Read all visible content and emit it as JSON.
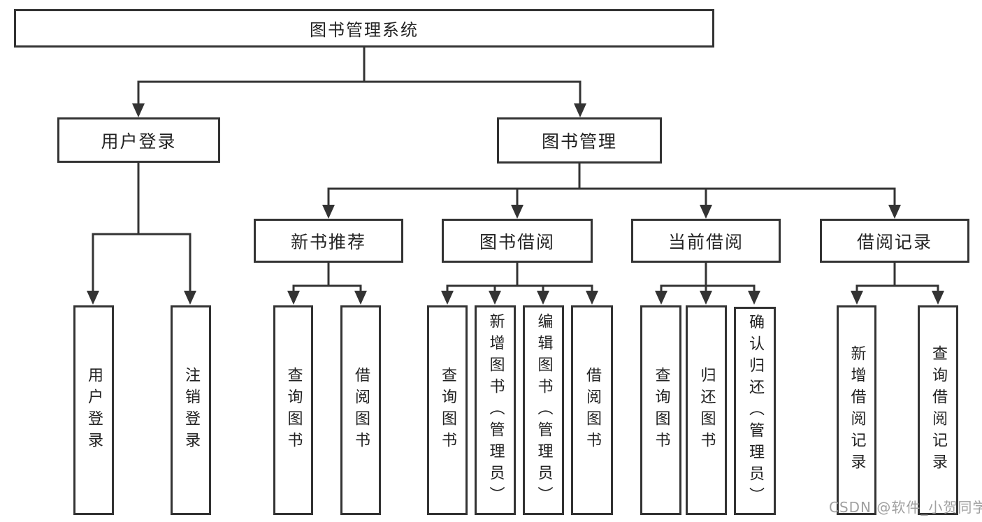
{
  "root": {
    "label": "图书管理系统"
  },
  "branches": {
    "login": {
      "label": "用户登录",
      "children": [
        "用户登录",
        "注销登录"
      ]
    },
    "management": {
      "label": "图书管理",
      "modules": [
        {
          "label": "新书推荐",
          "children": [
            "查询图书",
            "借阅图书"
          ]
        },
        {
          "label": "图书借阅",
          "children": [
            "查询图书",
            "新增图书（管理员）",
            "编辑图书（管理员）",
            "借阅图书"
          ]
        },
        {
          "label": "当前借阅",
          "children": [
            "查询图书",
            "归还图书",
            "确认归还（管理员）"
          ]
        },
        {
          "label": "借阅记录",
          "children": [
            "新增借阅记录",
            "查询借阅记录"
          ]
        }
      ]
    }
  },
  "watermark": "CSDN @软件_小贺同学",
  "colors": {
    "line": "#333333",
    "box_border": "#333333",
    "text": "#222222",
    "watermark": "#a0a0a0",
    "background": "#ffffff"
  }
}
